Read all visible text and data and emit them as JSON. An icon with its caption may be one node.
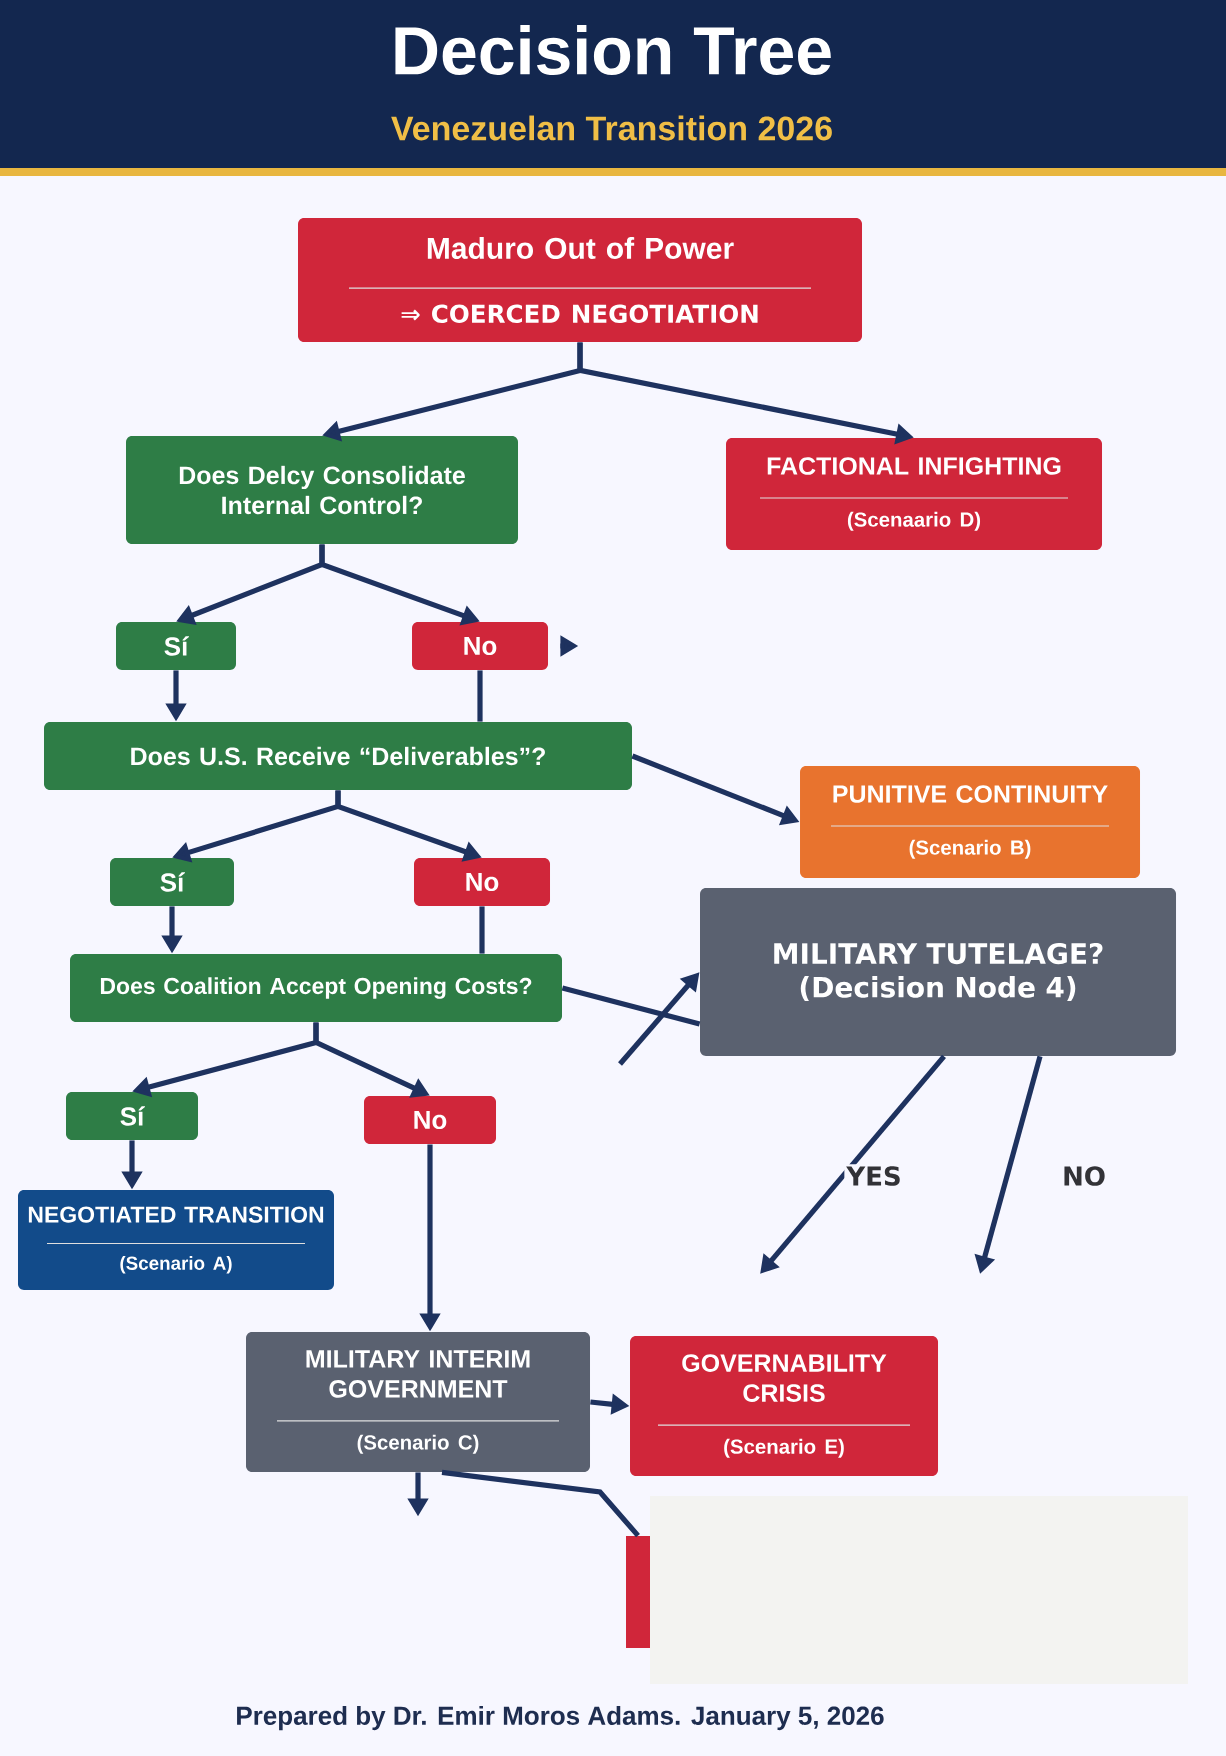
{
  "diagram": {
    "title": "Decision Tree",
    "caption": "Prepared by Dr. Emir Moros Adams. January 5, 2026",
    "labels": [
      "Venezuelan Transition 2026"
    ],
    "nodes": [
      {
        "text": [
          "Maduro Out of Power",
          "⇒ COERCED NEGOTIATION"
        ]
      },
      {
        "text": [
          "Does Delcy Consolidate Internal Control?"
        ]
      },
      {
        "text": [
          "FACTIONAL INFIGHTING",
          "(Scenaario D)"
        ]
      },
      {
        "text": [
          "Sí"
        ]
      },
      {
        "text": [
          "No"
        ]
      },
      {
        "text": [
          "Does U.S. Receive “Deliverables”?"
        ]
      },
      {
        "text": [
          "PUNITIVE CONTINUITY",
          "(Scenario B)"
        ]
      },
      {
        "text": [
          "Sí"
        ]
      },
      {
        "text": [
          "No"
        ]
      },
      {
        "text": [
          "MILITARY TUTELAGE?",
          "(Decision Node 4)"
        ]
      },
      {
        "text": [
          "Does Coalition Accept Opening Costs?"
        ]
      },
      {
        "text": [
          "Sí"
        ]
      },
      {
        "text": [
          "No"
        ]
      },
      {
        "text": [
          "NEGOTIATED TRANSITION",
          "(Scenario A)"
        ]
      },
      {
        "text": [
          "MILITARY INTERIM GOVERNMENT",
          "(Scenario C)"
        ]
      },
      {
        "text": [
          "GOVERNABILITY CRISIS",
          "(Scenario E)"
        ]
      },
      {
        "text": [],
        "shape": "box"
      }
    ],
    "edges": [
      {
        "from": 0,
        "to": 1,
        "arrow": "to"
      },
      {
        "from": 0,
        "to": 2,
        "arrow": "to"
      },
      {
        "from": 1,
        "to": 3,
        "arrow": "to"
      },
      {
        "from": 1,
        "to": 4,
        "arrow": "to"
      },
      {
        "from": 4,
        "to": null,
        "arrow": "to"
      },
      {
        "from": 3,
        "to": 5,
        "arrow": "to"
      },
      {
        "from": 4,
        "to": 5,
        "arrow": "none"
      },
      {
        "from": 5,
        "to": 6,
        "arrow": "to"
      },
      {
        "from": 5,
        "to": 7,
        "arrow": "to"
      },
      {
        "from": 5,
        "to": 8,
        "arrow": "to"
      },
      {
        "from": 7,
        "to": 10,
        "arrow": "to"
      },
      {
        "from": 8,
        "to": 10,
        "arrow": "none"
      },
      {
        "from": 10,
        "to": 9,
        "arrow": "none"
      },
      {
        "from": null,
        "to": 9,
        "arrow": "to"
      },
      {
        "from": 10,
        "to": 11,
        "arrow": "to"
      },
      {
        "from": 10,
        "to": 12,
        "arrow": "to"
      },
      {
        "from": 11,
        "to": 13,
        "arrow": "to"
      },
      {
        "from": 12,
        "to": 14,
        "arrow": "to"
      },
      {
        "from": 9,
        "to": null,
        "arrow": "to",
        "label": "YES"
      },
      {
        "from": 9,
        "to": null,
        "arrow": "to",
        "label": "NO"
      },
      {
        "from": 14,
        "to": 15,
        "arrow": "to"
      },
      {
        "from": 14,
        "to": null,
        "arrow": "to"
      },
      {
        "from": 14,
        "to": 16,
        "arrow": "none"
      }
    ]
  }
}
